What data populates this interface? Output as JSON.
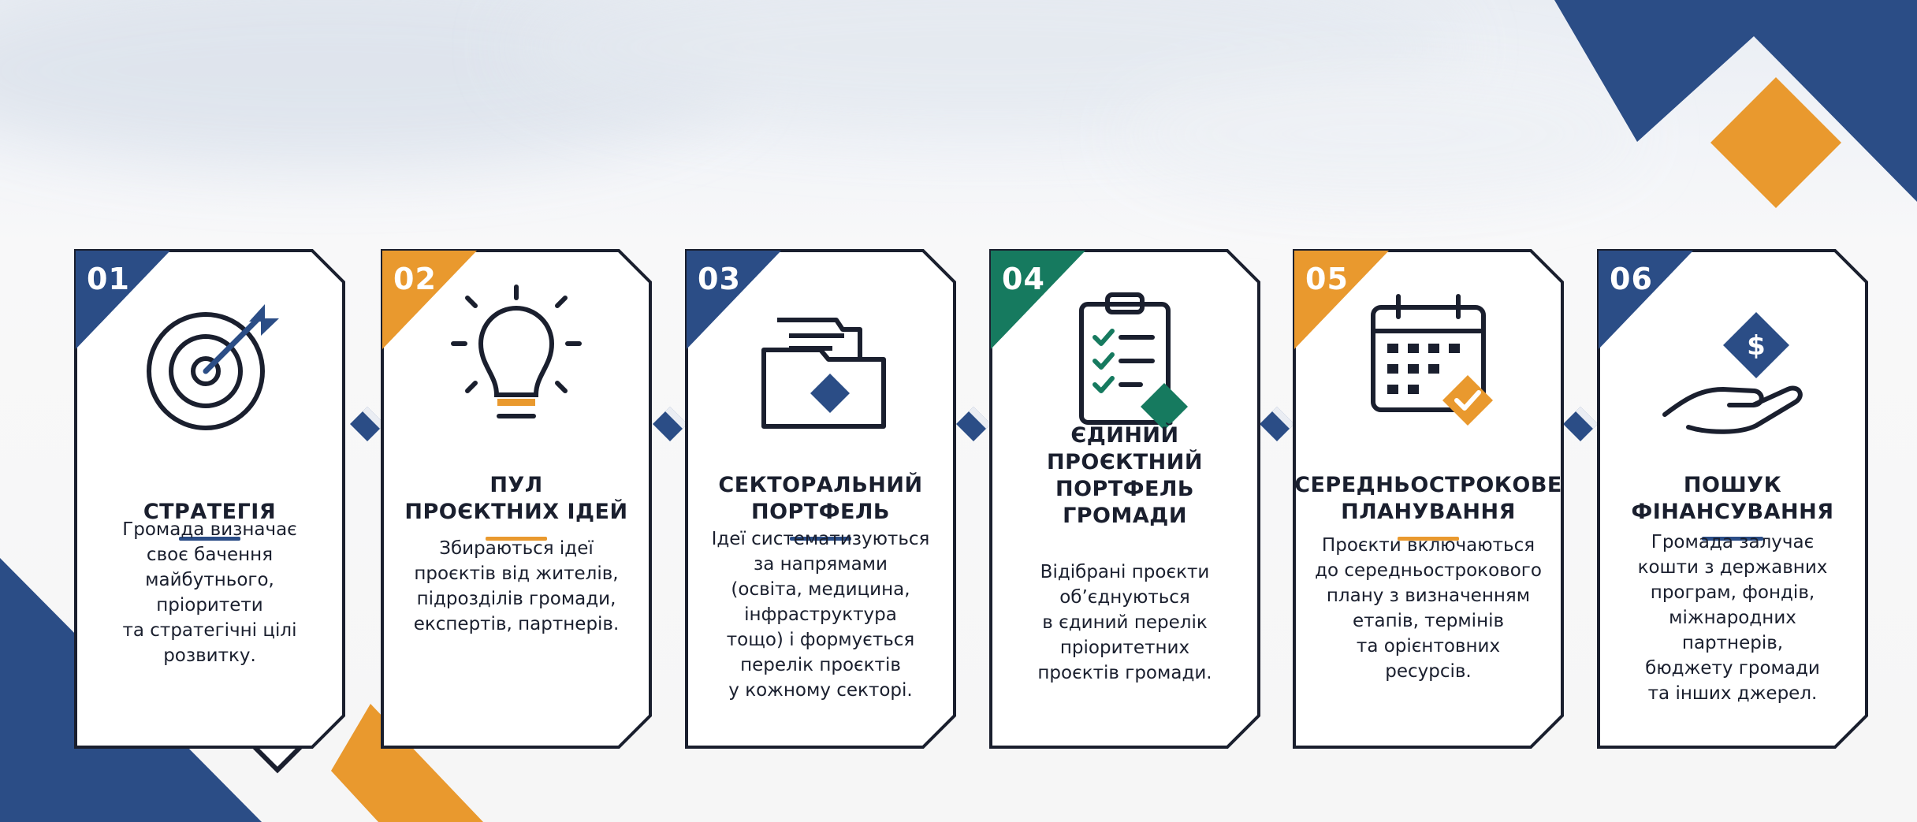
{
  "colors": {
    "navy": "#2b4d86",
    "orange": "#e9992e",
    "green": "#167a5f",
    "outline": "#1a1f2e"
  },
  "steps": [
    {
      "number": "01",
      "title": "СТРАТЕГІЯ",
      "description": "Громада визначає\nсвоє бачення\nмайбутнього,\nпріоритети\nта стратегічні цілі\nрозвитку.",
      "accent": "navy",
      "icon": "target-icon"
    },
    {
      "number": "02",
      "title": "ПУЛ\nПРОЄКТНИХ ІДЕЙ",
      "description": "Збираються ідеї\nпроєктів від жителів,\nпідрозділів громади,\nекспертів, партнерів.",
      "accent": "orange",
      "icon": "lightbulb-icon"
    },
    {
      "number": "03",
      "title": "СЕКТОРАЛЬНИЙ\nПОРТФЕЛЬ",
      "description": "Ідеї систематизуються\nза напрямами\n(освіта, медицина,\nінфраструктура\nтощо) і формується\nперелік проєктів\nу кожному секторі.",
      "accent": "navy",
      "icon": "folder-icon"
    },
    {
      "number": "04",
      "title": "ЄДИНИЙ\nПРОЄКТНИЙ\nПОРТФЕЛЬ ГРОМАДИ",
      "description": "Відібрані проєкти\nоб’єднуються\nв єдиний перелік\nпріоритетних\nпроєктів громади.",
      "accent": "green",
      "icon": "clipboard-checklist-icon"
    },
    {
      "number": "05",
      "title": "СЕРЕДНЬОСТРОКОВЕ\nПЛАНУВАННЯ",
      "description": "Проєкти включаються\nдо середньострокового\nплану з визначенням\nетапів, термінів\nта орієнтовних\nресурсів.",
      "accent": "orange",
      "icon": "calendar-check-icon"
    },
    {
      "number": "06",
      "title": "ПОШУК\nФІНАНСУВАННЯ",
      "description": "Громада залучає\nкошти з державних\nпрограм, фондів,\nміжнародних\nпартнерів,\nбюджету громади\nта інших джерел.",
      "accent": "navy",
      "icon": "hand-money-icon"
    }
  ]
}
